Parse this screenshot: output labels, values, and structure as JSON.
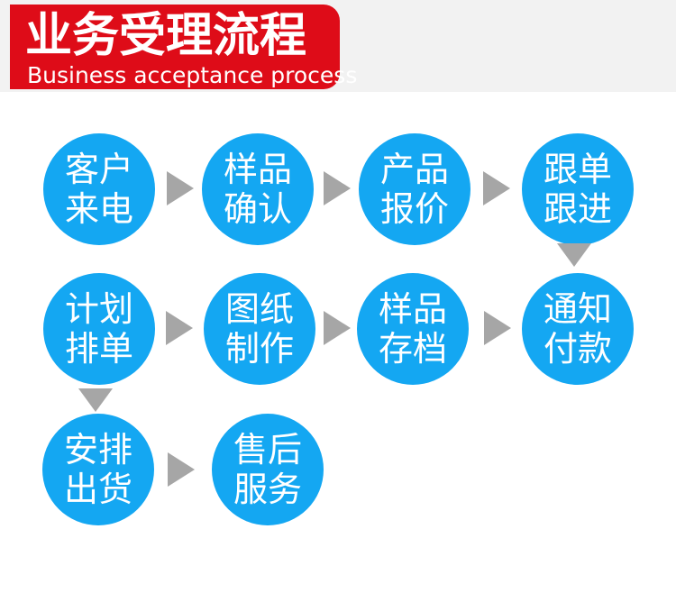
{
  "header": {
    "title": "业务受理流程",
    "subtitle": "Business acceptance process"
  },
  "colors": {
    "banner_red": "#de0c18",
    "band_gray": "#f2f2f2",
    "circle_blue": "#14a7f2",
    "arrow_gray": "#a6a6a6",
    "text_white": "#ffffff"
  },
  "flow": {
    "steps": [
      {
        "label": "客户来电",
        "line1": "客户",
        "line2": "来电"
      },
      {
        "label": "样品确认",
        "line1": "样品",
        "line2": "确认"
      },
      {
        "label": "产品报价",
        "line1": "产品",
        "line2": "报价"
      },
      {
        "label": "跟单跟进",
        "line1": "跟单",
        "line2": "跟进"
      },
      {
        "label": "计划排单",
        "line1": "计划",
        "line2": "排单"
      },
      {
        "label": "图纸制作",
        "line1": "图纸",
        "line2": "制作"
      },
      {
        "label": "样品存档",
        "line1": "样品",
        "line2": "存档"
      },
      {
        "label": "通知付款",
        "line1": "通知",
        "line2": "付款"
      },
      {
        "label": "安排出货",
        "line1": "安排",
        "line2": "出货"
      },
      {
        "label": "售后服务",
        "line1": "售后",
        "line2": "服务"
      }
    ],
    "connectors": [
      {
        "type": "right",
        "from": "客户来电",
        "to": "样品确认"
      },
      {
        "type": "right",
        "from": "样品确认",
        "to": "产品报价"
      },
      {
        "type": "right",
        "from": "产品报价",
        "to": "跟单跟进"
      },
      {
        "type": "down",
        "from": "跟单跟进",
        "to": "通知付款"
      },
      {
        "type": "right",
        "from": "计划排单",
        "to": "图纸制作"
      },
      {
        "type": "right",
        "from": "图纸制作",
        "to": "样品存档"
      },
      {
        "type": "right",
        "from": "样品存档",
        "to": "通知付款"
      },
      {
        "type": "down",
        "from": "计划排单",
        "to": "安排出货"
      },
      {
        "type": "right",
        "from": "安排出货",
        "to": "售后服务"
      }
    ]
  }
}
